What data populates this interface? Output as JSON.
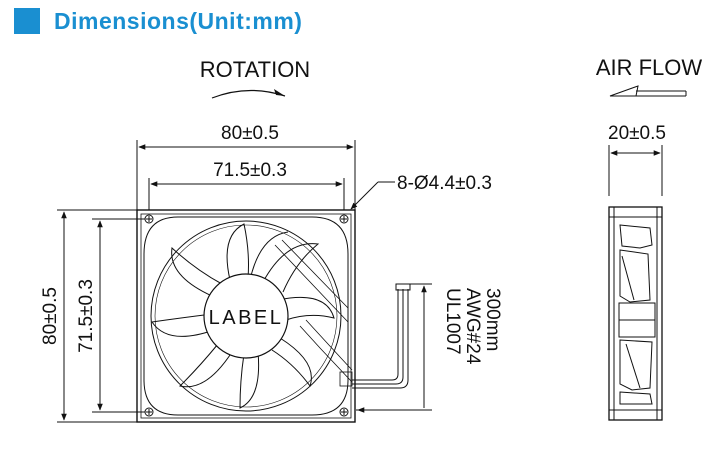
{
  "header": {
    "title": "Dimensions(Unit:mm)",
    "accent_color": "#1a8fd1"
  },
  "front_view": {
    "rotation_label": "ROTATION",
    "label_text": "LABEL",
    "outer_width_dim": "80±0.5",
    "hole_spacing_width_dim": "71.5±0.3",
    "outer_height_dim": "80±0.5",
    "hole_spacing_height_dim": "71.5±0.3",
    "mounting_hole_dim": "8-Ø4.4±0.3"
  },
  "cable_spec": {
    "line1": "UL1007",
    "line2": "AWG#24",
    "line3": "300mm"
  },
  "side_view": {
    "airflow_label": "AIR FLOW",
    "thickness_dim": "20±0.5"
  }
}
